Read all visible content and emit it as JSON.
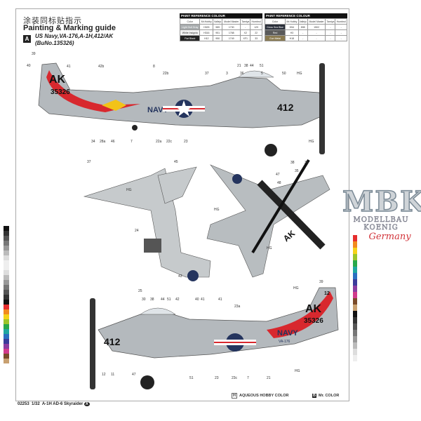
{
  "header": {
    "title_cn": "涂装同标贴指示",
    "title_en": "Painting & Marking guide",
    "version_badge": "A",
    "version_line1": "US Navy,VA-176,A-1H,412/AK",
    "version_line2": "(BuNo.135326)"
  },
  "paint_tables": [
    {
      "title": "PAINT REFERENCE COLOUR",
      "columns": [
        "Color",
        "Mr.Hobby",
        "Vallejo",
        "Model Master",
        "Tamiya",
        "Humbrol"
      ],
      "rows": [
        {
          "color": "Light Gull Gray",
          "swatch": "#a8acae",
          "mrhobby": "H325",
          "vallejo": "989",
          "modelmaster": "1730",
          "tamiya": "-",
          "humbrol": "129"
        },
        {
          "color": "White Insignia",
          "swatch": "#f2f2f2",
          "mrhobby": "H316",
          "vallejo": "951",
          "modelmaster": "1768",
          "tamiya": "X2",
          "humbrol": "22"
        },
        {
          "color": "Flat Black",
          "swatch": "#222222",
          "mrhobby": "H12",
          "vallejo": "950",
          "modelmaster": "1749",
          "tamiya": "XF1",
          "humbrol": "33"
        }
      ]
    },
    {
      "title": "PAINT REFERENCE COLOUR",
      "columns": [
        "Color",
        "Mr.Hobby",
        "Vallejo",
        "Model Master",
        "Tamiya",
        "Humbrol"
      ],
      "rows": [
        {
          "color": "Gloss Sea Blue",
          "swatch": "#2a2f3a",
          "mrhobby": "H54",
          "vallejo": "898",
          "modelmaster": "1502",
          "tamiya": "-",
          "humbrol": "-"
        },
        {
          "color": "Red",
          "swatch": "#5a5a5a",
          "mrhobby": "H3",
          "vallejo": "-",
          "modelmaster": "-",
          "tamiya": "-",
          "humbrol": "-"
        },
        {
          "color": "Gun Metal",
          "swatch": "#8a7a50",
          "mrhobby": "H18",
          "vallejo": "-",
          "modelmaster": "-",
          "tamiya": "-",
          "humbrol": "-"
        }
      ]
    }
  ],
  "markings": {
    "tail_code": "AK",
    "serial": "35326",
    "side_text": "NAVY",
    "unit": "VA-176",
    "modex": "412",
    "tail_number": "12"
  },
  "callouts": {
    "top_side": [
      "39",
      "40",
      "41",
      "42b",
      "8",
      "21",
      "38",
      "44",
      "51",
      "22b",
      "37",
      "3",
      "36",
      "50",
      "HG",
      "5",
      "34",
      "28a",
      "46",
      "7",
      "22a",
      "22c",
      "23",
      "HG"
    ],
    "under": [
      "37",
      "45",
      "HG",
      "24",
      "43"
    ],
    "top": [
      "38",
      "36",
      "35",
      "47",
      "48",
      "HG",
      "HG"
    ],
    "bottom_side": [
      "25",
      "30",
      "44",
      "38",
      "51",
      "42",
      "40",
      "41",
      "41",
      "23a",
      "HG",
      "39",
      "12",
      "11",
      "47",
      "51",
      "23",
      "23c",
      "7",
      "21",
      "HG"
    ]
  },
  "footer": {
    "code": "02253",
    "scale": "1/32",
    "name": "A-1H AD-6 Skyraider",
    "badge": "A",
    "legend_hobby_icon": "H",
    "legend_hobby": "AQUEOUS HOBBY COLOR",
    "legend_mr_icon": "B",
    "legend_mr": "Mr. COLOR"
  },
  "logo": {
    "brand": "MBK",
    "sub": "MODELLBAU KOENIG",
    "country": "Germany"
  },
  "colors": {
    "gray": "#b4b9bd",
    "red": "#d8282e",
    "yellow": "#f2c318",
    "blue": "#24345e"
  }
}
